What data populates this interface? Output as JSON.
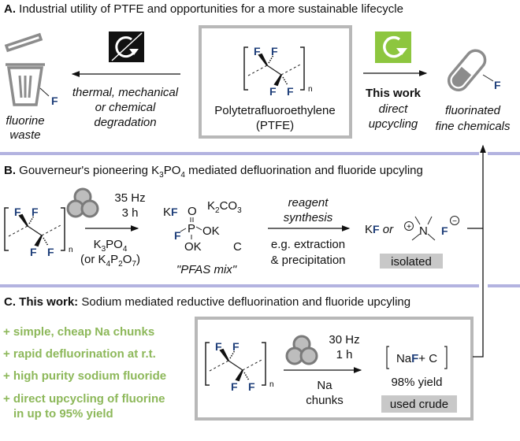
{
  "colors": {
    "separator": "#b3b3e0",
    "green_icon": "#8dc63f",
    "bullet_text": "#8db85a",
    "fluorine": "#1f3f7a",
    "box_border": "#b8b8b8",
    "tag_bg": "#c8c8c8"
  },
  "atoms": {
    "F": "F",
    "n": "n"
  },
  "section_a": {
    "label": "A.",
    "title": "Industrial utility of PTFE and opportunities for a more sustainable lifecycle",
    "waste": [
      "fluorine",
      "waste"
    ],
    "degradation": [
      "thermal, mechanical",
      "or chemical",
      "degradation"
    ],
    "ptfe_name": [
      "Polytetrafluoroethylene",
      "(PTFE)"
    ],
    "this_work": "This work",
    "upcycling": [
      "direct",
      "upcycling"
    ],
    "fine": [
      "fluorinated",
      "fine chemicals"
    ]
  },
  "section_b": {
    "label": "B.",
    "title": [
      "Gouverneur's pioneering K",
      "3",
      "PO",
      "4",
      " mediated defluorination and fluoride upcyling"
    ],
    "conditions": [
      "35 Hz",
      "3 h"
    ],
    "reagent": [
      "K",
      "3",
      "PO",
      "4"
    ],
    "alt_reagent": [
      "(or K",
      "4",
      "P",
      "2",
      "O",
      "7",
      ")"
    ],
    "mix": {
      "KF": [
        "K",
        "F"
      ],
      "O": "O",
      "P": "P",
      "OK": "OK",
      "K2CO3": [
        "K",
        "2",
        "CO",
        "3"
      ],
      "C": "C",
      "name": "\"PFAS mix\""
    },
    "arrow_above": [
      "reagent",
      "synthesis"
    ],
    "arrow_below": [
      "e.g. extraction",
      "& precipitation"
    ],
    "product": {
      "K": "K",
      "F": "F",
      "or": "or",
      "N": "N",
      "plus": "+",
      "minus": "−"
    },
    "tag": "isolated"
  },
  "section_c": {
    "label": "C. This work:",
    "title": "Sodium mediated reductive defluorination and fluoride upcyling",
    "bullets": [
      "+ simple, cheap Na chunks",
      "+ rapid defluorination at r.t.",
      "+ high purity sodium fluoride",
      "+ direct upcycling of fluorine",
      "in up to 95% yield"
    ],
    "conditions": [
      "30 Hz",
      "1 h"
    ],
    "reagent": [
      "Na",
      "chunks"
    ],
    "product": [
      "Na",
      "F",
      "+  C"
    ],
    "yield": "98% yield",
    "tag": "used crude"
  }
}
